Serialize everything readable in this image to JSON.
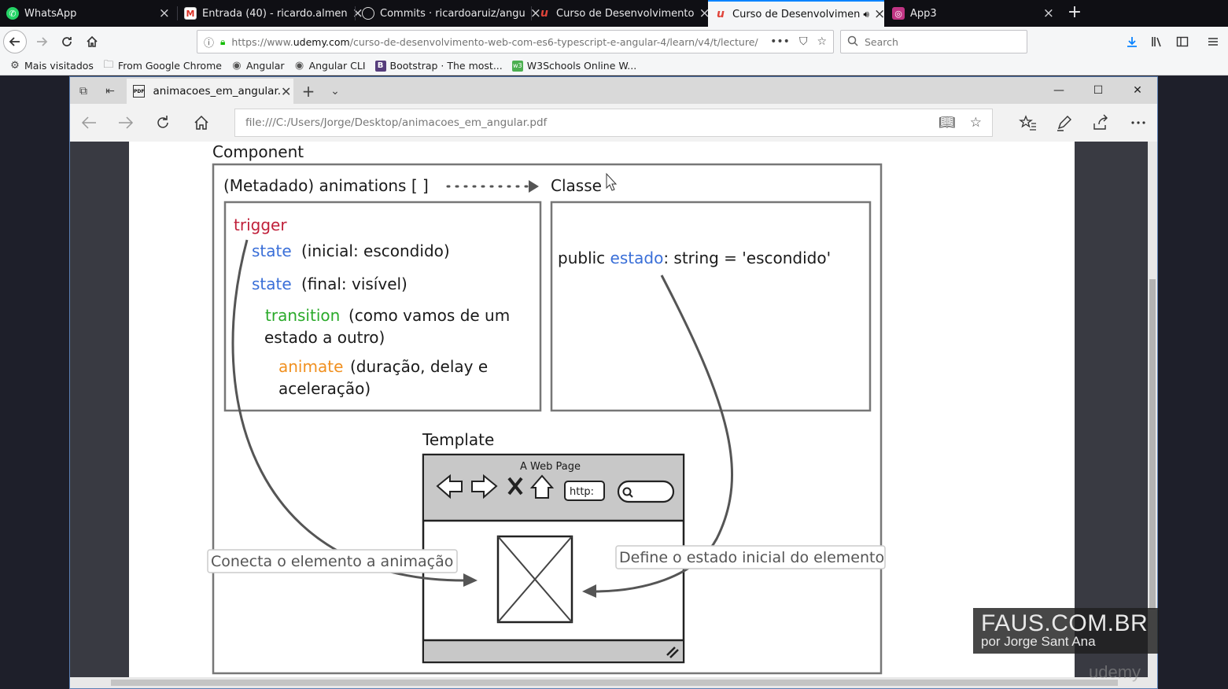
{
  "firefox": {
    "tabs": [
      {
        "label": "WhatsApp",
        "icon": "whatsapp-icon",
        "active": false
      },
      {
        "label": "Entrada (40) - ricardo.almen",
        "icon": "gmail-icon",
        "active": false
      },
      {
        "label": "Commits · ricardoaruiz/angu",
        "icon": "github-icon",
        "active": false
      },
      {
        "label": "Curso de Desenvolvimento",
        "icon": "udemy-icon",
        "active": false
      },
      {
        "label": "Curso de Desenvolvimen",
        "icon": "udemy-icon",
        "active": true,
        "audio": true
      },
      {
        "label": "App3",
        "icon": "instagram-icon",
        "active": false
      }
    ],
    "url_prefix": "https://www.",
    "url_domain": "udemy.com",
    "url_path": "/curso-de-desenvolvimento-web-com-es6-typescript-e-angular-4/learn/v4/t/lecture/",
    "search_placeholder": "Search",
    "bookmarks": [
      {
        "label": "Mais visitados",
        "icon": "gear-icon"
      },
      {
        "label": "From Google Chrome",
        "icon": "folder-icon"
      },
      {
        "label": "Angular",
        "icon": "globe-icon"
      },
      {
        "label": "Angular CLI",
        "icon": "globe-icon"
      },
      {
        "label": "Bootstrap · The most...",
        "icon": "bootstrap-icon"
      },
      {
        "label": "W3Schools Online W...",
        "icon": "w3schools-icon"
      }
    ]
  },
  "edge": {
    "tab_label": "animacoes_em_angular.",
    "address": "file:///C:/Users/Jorge/Desktop/animacoes_em_angular.pdf"
  },
  "diagram": {
    "component_title": "Component",
    "metadata_label": "(Metadado) animations [ ]",
    "classe_label": "Classe",
    "trigger": "trigger",
    "state1_kw": "state",
    "state1_rest": "(inicial: escondido)",
    "state2_kw": "state",
    "state2_rest": "(final: visível)",
    "transition_kw": "transition",
    "transition_rest1": "(como vamos de um",
    "transition_rest2": "estado a outro)",
    "animate_kw": "animate",
    "animate_rest1": "(duração, delay e",
    "animate_rest2": "aceleração)",
    "class_prefix": "public ",
    "class_kw": "estado",
    "class_rest": ": string = 'escondido'",
    "template_title": "Template",
    "webpage_title": "A Web Page",
    "http_label": "http:",
    "left_note": "Conecta o elemento a animação",
    "right_note": "Define o estado inicial do elemento"
  },
  "colors": {
    "trigger": "#c0203a",
    "state": "#3a6fd8",
    "transition": "#2aaa2a",
    "animate": "#f09020",
    "estado": "#3a6fd8"
  },
  "watermark": {
    "line1": "FAUS.COM.BR",
    "line2": "por Jorge Sant Ana",
    "brand": "udemy"
  }
}
